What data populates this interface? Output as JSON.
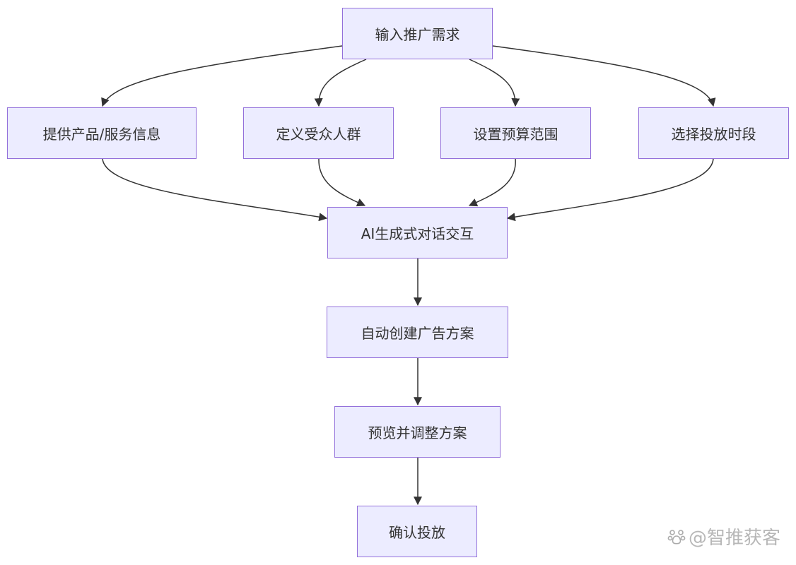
{
  "nodes": {
    "start": "输入推广需求",
    "product": "提供产品/服务信息",
    "audience": "定义受众人群",
    "budget": "设置预算范围",
    "schedule": "选择投放时段",
    "ai_dialog": "AI生成式对话交互",
    "auto_create": "自动创建广告方案",
    "preview": "预览并调整方案",
    "confirm": "确认投放"
  },
  "edges": [
    [
      "start",
      "product"
    ],
    [
      "start",
      "audience"
    ],
    [
      "start",
      "budget"
    ],
    [
      "start",
      "schedule"
    ],
    [
      "product",
      "ai_dialog"
    ],
    [
      "audience",
      "ai_dialog"
    ],
    [
      "budget",
      "ai_dialog"
    ],
    [
      "schedule",
      "ai_dialog"
    ],
    [
      "ai_dialog",
      "auto_create"
    ],
    [
      "auto_create",
      "preview"
    ],
    [
      "preview",
      "confirm"
    ]
  ],
  "watermark": {
    "text": "@智推获客",
    "icon": "paw-icon"
  },
  "colors": {
    "node_fill": "#ececff",
    "node_border": "#9370db",
    "edge": "#333333",
    "text": "#333333"
  }
}
